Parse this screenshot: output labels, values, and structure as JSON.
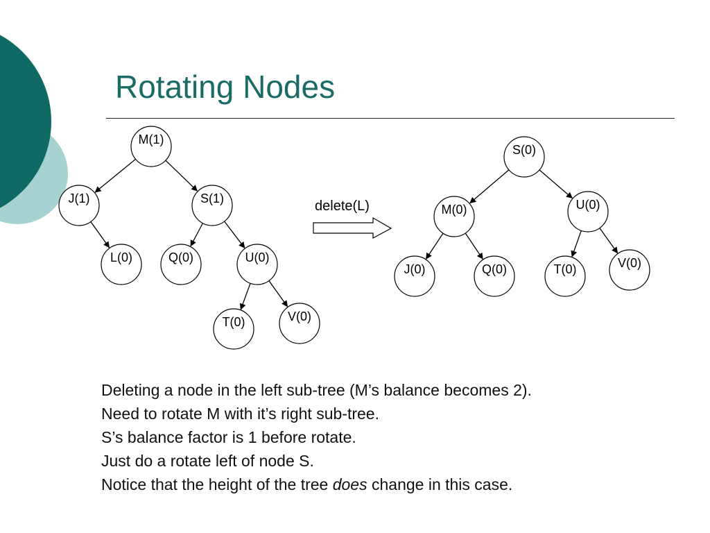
{
  "title": "Rotating Nodes",
  "theme": {
    "accent_dark": "#0f6a66",
    "accent_light": "#a6d3d1",
    "title_color": "#1a6b66"
  },
  "diagram": {
    "before_tree": {
      "nodes": [
        {
          "id": "M",
          "label": "M(1)"
        },
        {
          "id": "J",
          "label": "J(1)"
        },
        {
          "id": "S",
          "label": "S(1)"
        },
        {
          "id": "L",
          "label": "L(0)"
        },
        {
          "id": "Q",
          "label": "Q(0)"
        },
        {
          "id": "U",
          "label": "U(0)"
        },
        {
          "id": "T",
          "label": "T(0)"
        },
        {
          "id": "V",
          "label": "V(0)"
        }
      ],
      "edges": [
        [
          "M",
          "J"
        ],
        [
          "M",
          "S"
        ],
        [
          "J",
          "L"
        ],
        [
          "S",
          "Q"
        ],
        [
          "S",
          "U"
        ],
        [
          "U",
          "T"
        ],
        [
          "U",
          "V"
        ]
      ]
    },
    "operation_label": "delete(L)",
    "after_tree": {
      "nodes": [
        {
          "id": "S",
          "label": "S(0)"
        },
        {
          "id": "M",
          "label": "M(0)"
        },
        {
          "id": "U",
          "label": "U(0)"
        },
        {
          "id": "J",
          "label": "J(0)"
        },
        {
          "id": "Q",
          "label": "Q(0)"
        },
        {
          "id": "T",
          "label": "T(0)"
        },
        {
          "id": "V",
          "label": "V(0)"
        }
      ],
      "edges": [
        [
          "S",
          "M"
        ],
        [
          "S",
          "U"
        ],
        [
          "M",
          "J"
        ],
        [
          "M",
          "Q"
        ],
        [
          "U",
          "T"
        ],
        [
          "U",
          "V"
        ]
      ]
    }
  },
  "notes": {
    "line1": "Deleting a node in the left sub-tree (M’s balance becomes 2).",
    "line2": "Need to rotate M with it’s right sub-tree.",
    "line3": "S’s balance factor is 1 before rotate.",
    "line4": "Just do a rotate left of node S.",
    "line5_pre": "Notice that the height of the tree ",
    "line5_em": "does",
    "line5_post": " change in this case."
  }
}
